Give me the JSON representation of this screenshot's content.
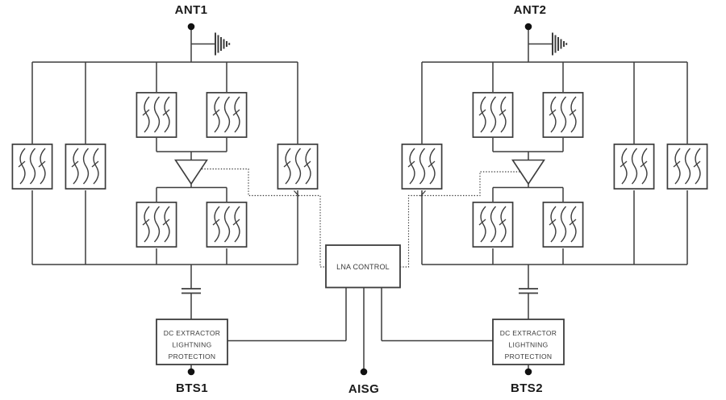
{
  "ports": {
    "ant1": "ANT1",
    "ant2": "ANT2",
    "bts1": "BTS1",
    "bts2": "BTS2",
    "aisg": "AISG"
  },
  "blocks": {
    "lna_control": "LNA CONTROL",
    "dc_extractor": {
      "line1": "DC EXTRACTOR",
      "line2": "LIGHTNING",
      "line3": "PROTECTION"
    }
  },
  "icons": {
    "filter": "bandpass-filter-icon",
    "amplifier": "lna-amplifier-icon",
    "ground": "surge-arrester-ground-icon",
    "capacitor": "dc-block-capacitor-icon",
    "terminal": "port-terminal-dot"
  },
  "colors": {
    "wire": "#3d3d3d",
    "box_stroke": "#3d3d3d",
    "port_label": "#1a1a1a",
    "block_label": "#3a3a3a",
    "terminal_dot": "#111111",
    "background": "#ffffff"
  }
}
